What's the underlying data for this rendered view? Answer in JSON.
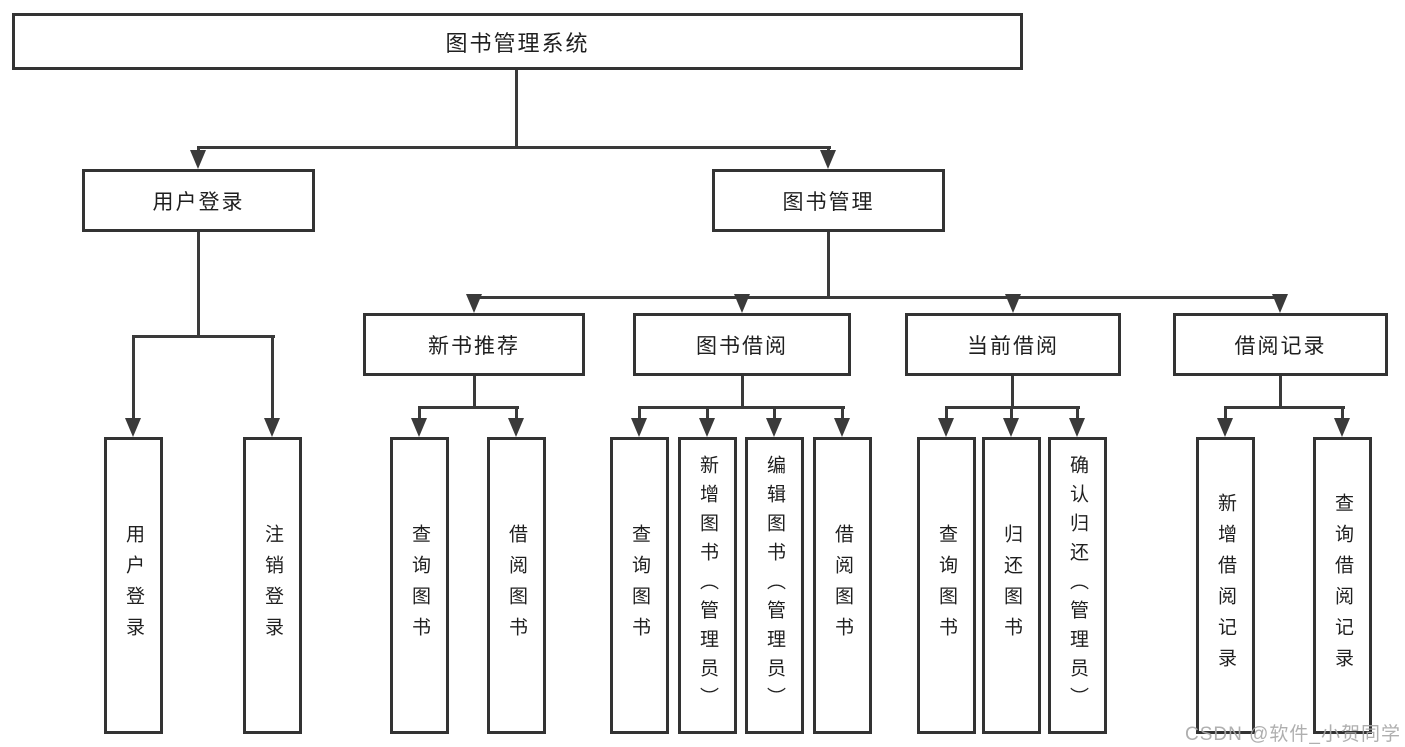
{
  "diagram": {
    "title": "图书管理系统",
    "level2": [
      {
        "label": "用户登录"
      },
      {
        "label": "图书管理"
      }
    ],
    "level3": [
      {
        "label": "新书推荐"
      },
      {
        "label": "图书借阅"
      },
      {
        "label": "当前借阅"
      },
      {
        "label": "借阅记录"
      }
    ],
    "leaves": {
      "user_login": [
        {
          "label": "用户登录"
        },
        {
          "label": "注销登录"
        }
      ],
      "new_books": [
        {
          "label": "查询图书"
        },
        {
          "label": "借阅图书"
        }
      ],
      "book_borrow": [
        {
          "label": "查询图书"
        },
        {
          "label": "新增图书（管理员）"
        },
        {
          "label": "编辑图书（管理员）"
        },
        {
          "label": "借阅图书"
        }
      ],
      "current_borrow": [
        {
          "label": "查询图书"
        },
        {
          "label": "归还图书"
        },
        {
          "label": "确认归还（管理员）"
        }
      ],
      "borrow_records": [
        {
          "label": "新增借阅记录"
        },
        {
          "label": "查询借阅记录"
        }
      ]
    }
  },
  "watermark": {
    "text": "CSDN @软件_小贺同学"
  },
  "colors": {
    "line": "#3a3a3a",
    "border": "#333333",
    "text": "#1f1f1f",
    "watermark": "#a8a8a8",
    "background": "#ffffff"
  }
}
